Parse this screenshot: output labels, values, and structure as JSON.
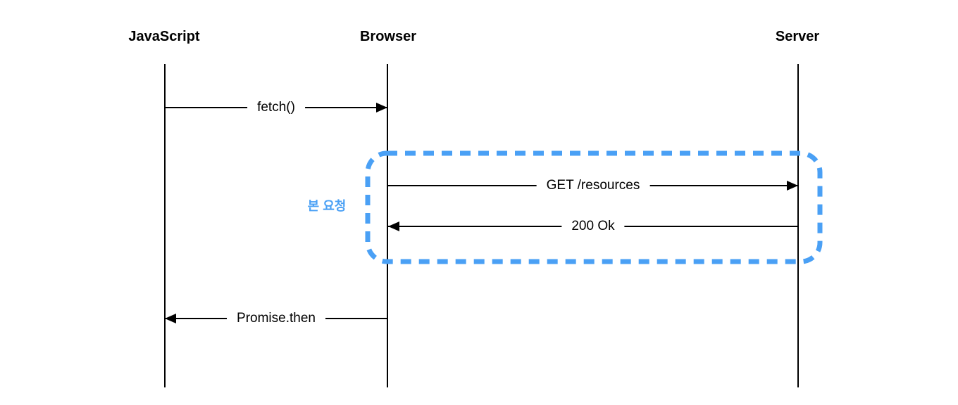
{
  "colors": {
    "accent_blue": "#4aa0f5",
    "line_black": "#000000",
    "background": "#ffffff"
  },
  "actors": [
    {
      "id": "javascript",
      "label": "JavaScript"
    },
    {
      "id": "browser",
      "label": "Browser"
    },
    {
      "id": "server",
      "label": "Server"
    }
  ],
  "messages": [
    {
      "label": "fetch()",
      "from": "JavaScript",
      "to": "Browser",
      "direction": "right"
    },
    {
      "label": "GET /resources",
      "from": "Browser",
      "to": "Server",
      "direction": "right"
    },
    {
      "label": "200 Ok",
      "from": "Server",
      "to": "Browser",
      "direction": "left"
    },
    {
      "label": "Promise.then",
      "from": "Browser",
      "to": "JavaScript",
      "direction": "left"
    }
  ],
  "group": {
    "label": "본 요청",
    "contains": [
      "GET /resources",
      "200 Ok"
    ]
  }
}
